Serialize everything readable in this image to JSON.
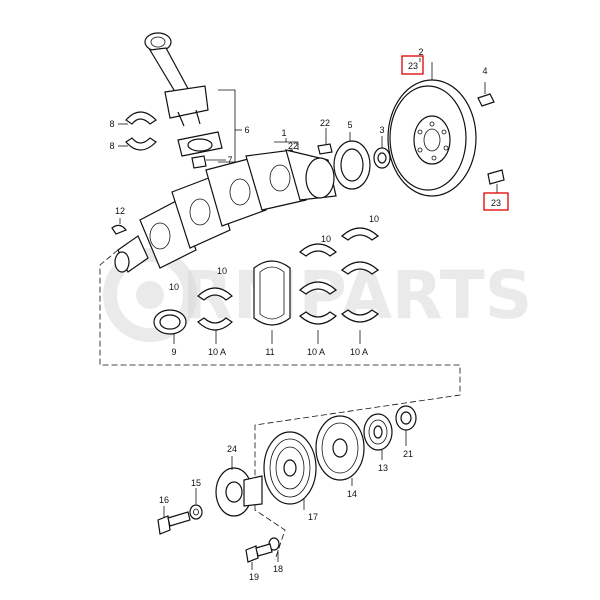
{
  "diagram": {
    "watermark": "RMPARTS",
    "callouts": {
      "n1": "1",
      "n22a": "22",
      "n2": "2",
      "n23a": "23",
      "n4": "4",
      "n23b": "23",
      "n3": "3",
      "n5": "5",
      "n22b": "22",
      "n6": "6",
      "n7": "7",
      "n8a": "8",
      "n8b": "8",
      "n12": "12",
      "n10a": "10",
      "n10b": "10",
      "n10c": "10",
      "n10d": "10",
      "n9": "9",
      "n10A1": "10 A",
      "n11": "11",
      "n10A2": "10 A",
      "n10A3": "10 A",
      "n21": "21",
      "n13": "13",
      "n14": "14",
      "n24": "24",
      "n17": "17",
      "n15": "15",
      "n16": "16",
      "n18": "18",
      "n19": "19"
    },
    "highlight_color": "#e00000"
  }
}
